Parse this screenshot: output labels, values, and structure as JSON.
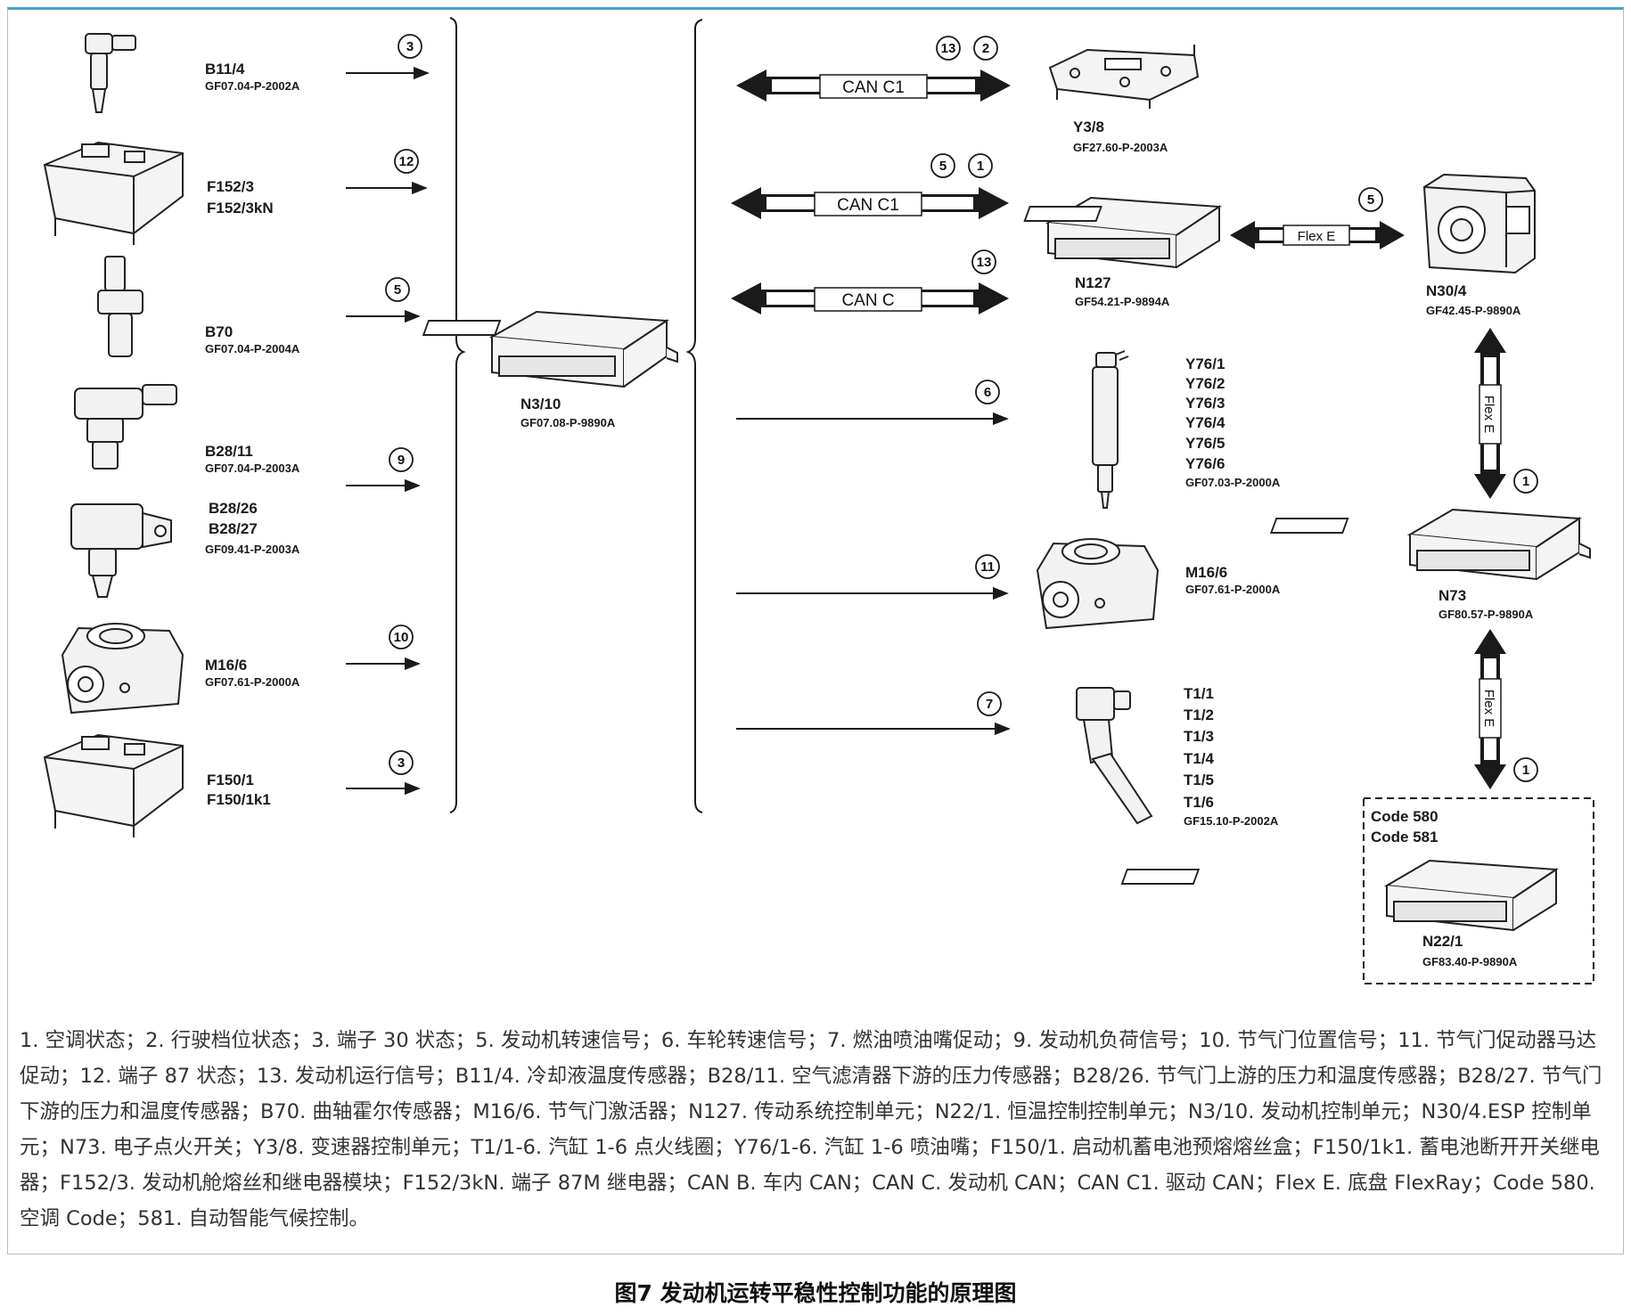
{
  "components": {
    "b11_4": {
      "name": "B11/4",
      "code": "GF07.04-P-2002A"
    },
    "f152_3": {
      "names": [
        "F152/3",
        "F152/3kN"
      ]
    },
    "b70": {
      "name": "B70",
      "code": "GF07.04-P-2004A"
    },
    "b28_11": {
      "name": "B28/11",
      "code": "GF07.04-P-2003A"
    },
    "b28_26": {
      "names": [
        "B28/26",
        "B28/27"
      ],
      "code": "GF09.41-P-2003A"
    },
    "m16_6_left": {
      "name": "M16/6",
      "code": "GF07.61-P-2000A"
    },
    "f150_1": {
      "names": [
        "F150/1",
        "F150/1k1"
      ]
    },
    "n3_10": {
      "name": "N3/10",
      "code": "GF07.08-P-9890A"
    },
    "y3_8": {
      "name": "Y3/8",
      "code": "GF27.60-P-2003A"
    },
    "n127": {
      "name": "N127",
      "code": "GF54.21-P-9894A"
    },
    "n30_4": {
      "name": "N30/4",
      "code": "GF42.45-P-9890A"
    },
    "y76": {
      "names": [
        "Y76/1",
        "Y76/2",
        "Y76/3",
        "Y76/4",
        "Y76/5",
        "Y76/6"
      ],
      "code": "GF07.03-P-2000A"
    },
    "m16_6_right": {
      "name": "M16/6",
      "code": "GF07.61-P-2000A"
    },
    "t1": {
      "names": [
        "T1/1",
        "T1/2",
        "T1/3",
        "T1/4",
        "T1/5",
        "T1/6"
      ],
      "code": "GF15.10-P-2002A"
    },
    "n73": {
      "name": "N73",
      "code": "GF80.57-P-9890A"
    },
    "n22_1": {
      "codes": [
        "Code 580",
        "Code 581"
      ],
      "name": "N22/1",
      "code": "GF83.40-P-9890A"
    }
  },
  "signals": {
    "b11_4": "3",
    "f152": "12",
    "b70": "5",
    "b28_11": "9",
    "m16_6_left": "10",
    "f150": "3",
    "can1_a": "13",
    "can1_b": "2",
    "can2_a": "5",
    "can2_b": "1",
    "can3": "13",
    "flex_h": "5",
    "out_y76": "6",
    "out_m16": "11",
    "out_t1": "7",
    "flex_v1": "1",
    "flex_v2": "1"
  },
  "buses": {
    "can1": "CAN C1",
    "can2": "CAN C1",
    "can3": "CAN C",
    "flex_h": "Flex E",
    "flex_v1": "Flex E",
    "flex_v2": "Flex E"
  },
  "colors": {
    "line": "#1a1a1a",
    "frame_top": "#4aa3c4",
    "legend_text": "#333333"
  },
  "legend": "1. 空调状态；2. 行驶档位状态；3. 端子 30 状态；5. 发动机转速信号；6. 车轮转速信号；7. 燃油喷油嘴促动；9. 发动机负荷信号；10. 节气门位置信号；11. 节气门促动器马达促动；12. 端子 87 状态；13. 发动机运行信号；B11/4. 冷却液温度传感器；B28/11. 空气滤清器下游的压力传感器；B28/26. 节气门上游的压力和温度传感器；B28/27. 节气门下游的压力和温度传感器；B70. 曲轴霍尔传感器；M16/6. 节气门激活器；N127. 传动系统控制单元；N22/1. 恒温控制控制单元；N3/10. 发动机控制单元；N30/4.ESP 控制单元；N73. 电子点火开关；Y3/8. 变速器控制单元；T1/1-6. 汽缸 1-6 点火线圈；Y76/1-6. 汽缸 1-6 喷油嘴；F150/1. 启动机蓄电池预熔熔丝盒；F150/1k1. 蓄电池断开开关继电器；F152/3. 发动机舱熔丝和继电器模块；F152/3kN. 端子 87M 继电器；CAN B. 车内 CAN；CAN C. 发动机 CAN；CAN C1. 驱动 CAN；Flex E. 底盘 FlexRay；Code 580. 空调 Code；581. 自动智能气候控制。",
  "caption": "图7 发动机运转平稳性控制功能的原理图"
}
